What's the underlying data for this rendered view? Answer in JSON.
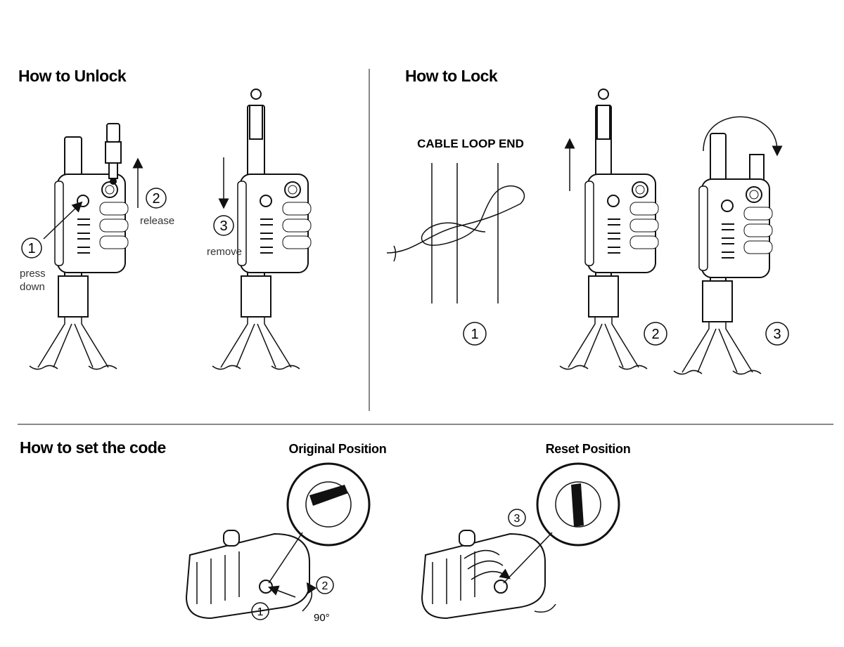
{
  "sections": {
    "unlock": {
      "title": "How to Unlock",
      "steps": [
        {
          "num": "1",
          "label_line1": "press",
          "label_line2": "down"
        },
        {
          "num": "2",
          "label": "release"
        },
        {
          "num": "3",
          "label": "remove"
        }
      ]
    },
    "lock": {
      "title": "How to Lock",
      "cable_label": "CABLE LOOP END",
      "steps": [
        "1",
        "2",
        "3"
      ]
    },
    "code": {
      "title": "How to set the code",
      "original": {
        "title": "Original Position",
        "step1": "1",
        "step2": "2",
        "angle": "90°"
      },
      "reset": {
        "title": "Reset Position",
        "step3": "3"
      }
    }
  }
}
